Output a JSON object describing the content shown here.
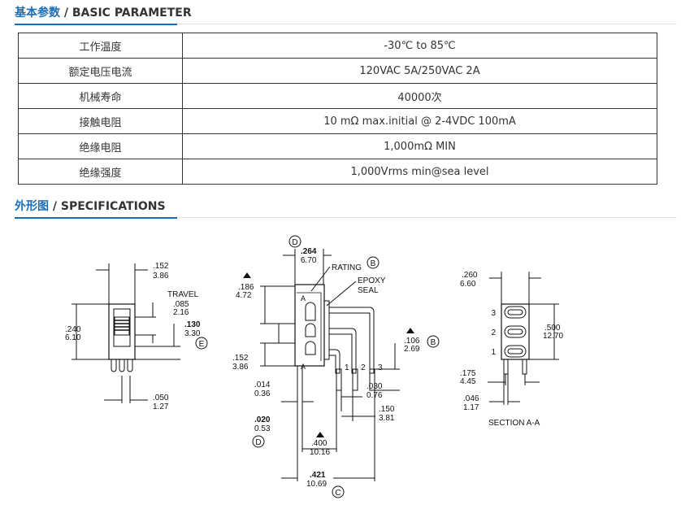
{
  "basic": {
    "title_cn": "基本参数",
    "title_sep": " / ",
    "title_en": "BASIC PARAMETER",
    "rows": [
      {
        "key": "工作温度",
        "value": "-30℃ to 85℃"
      },
      {
        "key": "额定电压电流",
        "value": "120VAC 5A/250VAC 2A"
      },
      {
        "key": "机械寿命",
        "value": "40000次"
      },
      {
        "key": "接触电阻",
        "value": "10 mΩ max.initial @ 2-4VDC 100mA"
      },
      {
        "key": "绝缘电阻",
        "value": "1,000mΩ MIN"
      },
      {
        "key": "绝缘强度",
        "value": "1,000Vrms min@sea level"
      }
    ]
  },
  "specs": {
    "title_cn": "外形图",
    "title_sep": " / ",
    "title_en": "SPECIFICATIONS",
    "left": {
      "w_in": ".152",
      "w_mm": "3.86",
      "travel_label": "TRAVEL",
      "travel_in": ".085",
      "travel_mm": "2.16",
      "h_in": ".240",
      "h_mm": "6.10",
      "lever_in": ".130",
      "lever_mm": "3.30",
      "callout_e": "E",
      "pitch_in": ".050",
      "pitch_mm": "1.27"
    },
    "middle": {
      "callout_d": "D",
      "top_in": ".264",
      "top_mm": "6.70",
      "rating": "RATING",
      "callout_b": "B",
      "epoxy": "EPOXY",
      "seal": "SEAL",
      "d186_in": ".186",
      "d186_mm": "4.72",
      "section_a": "A",
      "d152_in": ".152",
      "d152_mm": "3.86",
      "d106_in": ".106",
      "d106_mm": "2.69",
      "pin1": "1",
      "pin2": "2",
      "pin3": "3",
      "d014_in": ".014",
      "d014_mm": "0.36",
      "d030_in": ".030",
      "d030_mm": "0.76",
      "d150_in": ".150",
      "d150_mm": "3.81",
      "d020_in": ".020",
      "d020_mm": "0.53",
      "d400_in": ".400",
      "d400_mm": "10.16",
      "d421_in": ".421",
      "d421_mm": "10.69",
      "callout_c": "C"
    },
    "right": {
      "w_in": ".260",
      "w_mm": "6.60",
      "n3": "3",
      "n2": "2",
      "n1": "1",
      "h_in": ".500",
      "h_mm": "12.70",
      "d175_in": ".175",
      "d175_mm": "4.45",
      "d046_in": ".046",
      "d046_mm": "1.17",
      "section_label": "SECTION A-A"
    }
  },
  "colors": {
    "accent": "#1a6dbb",
    "text": "#333333",
    "line": "#111111"
  }
}
